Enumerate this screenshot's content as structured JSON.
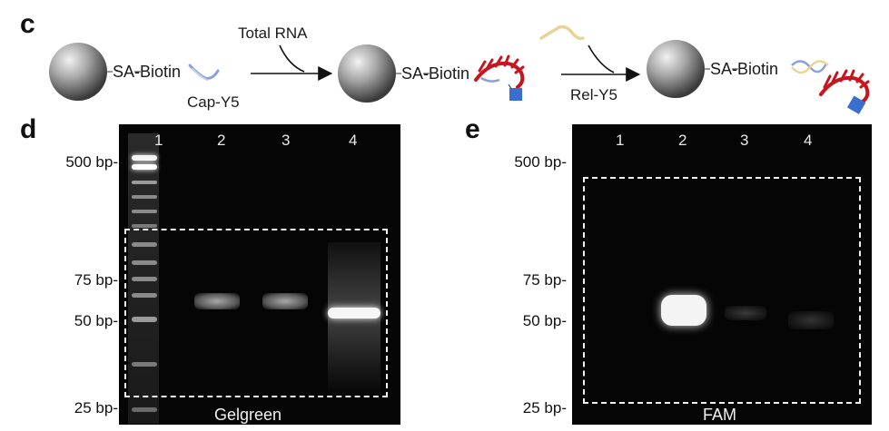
{
  "panel_c": {
    "letter": "c",
    "sa_biotin": "SA-Biotin",
    "cap_label": "Cap-Y5",
    "total_rna_label": "Total RNA",
    "rel_label": "Rel-Y5"
  },
  "panel_d": {
    "letter": "d",
    "lanes": [
      "1",
      "2",
      "3",
      "4"
    ],
    "markers": [
      "500 bp-",
      "75 bp-",
      "50 bp-",
      "25 bp-"
    ],
    "stain_label": "Gelgreen"
  },
  "panel_e": {
    "letter": "e",
    "lanes": [
      "1",
      "2",
      "3",
      "4"
    ],
    "markers": [
      "500 bp-",
      "75 bp-",
      "50 bp-",
      "25 bp-"
    ],
    "stain_label": "FAM"
  },
  "colors": {
    "rna_red": "#c8141e",
    "fam_square": "#3a6fd0",
    "probe_blue": "#8aa0d8",
    "release_yellow": "#e8d49a"
  }
}
